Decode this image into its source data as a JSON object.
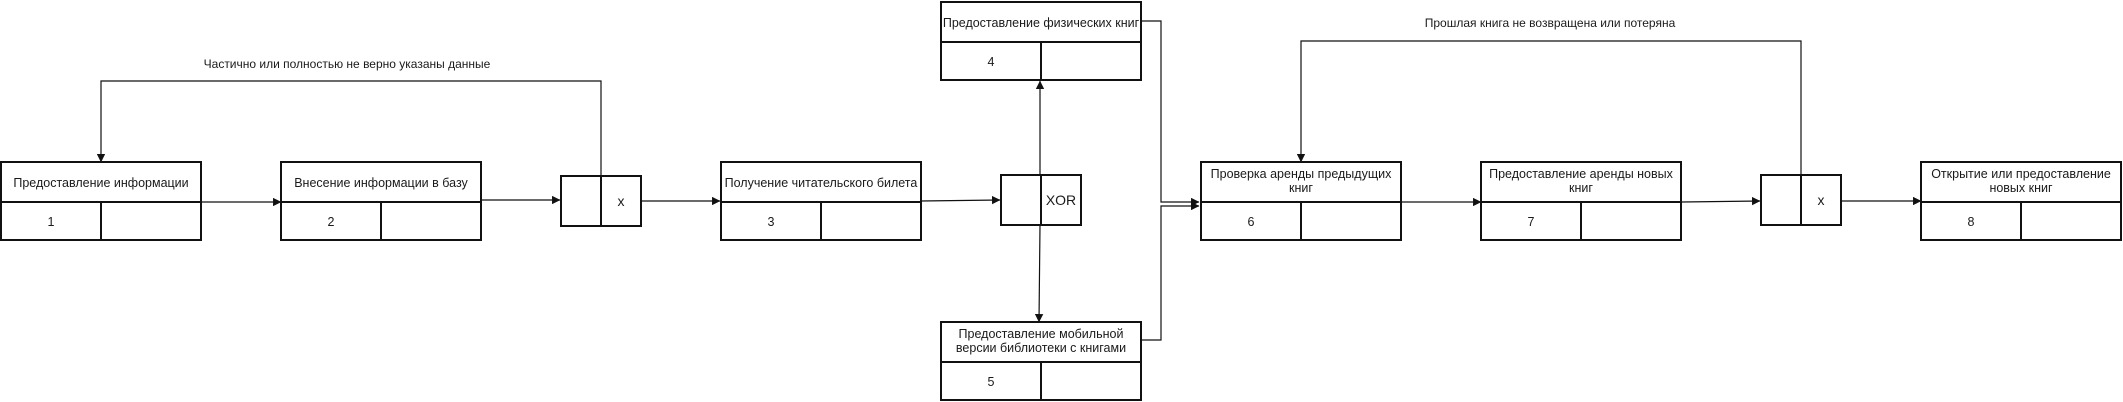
{
  "boxes": [
    {
      "id": "b1",
      "title": [
        "Предоставление информации"
      ],
      "number": "1"
    },
    {
      "id": "b2",
      "title": [
        "Внесение информации в базу"
      ],
      "number": "2"
    },
    {
      "id": "b3",
      "title": [
        "Получение читательского билета"
      ],
      "number": "3"
    },
    {
      "id": "b4",
      "title": [
        "Предоставление физических книг"
      ],
      "number": "4"
    },
    {
      "id": "b5",
      "title": [
        "Предоставление мобильной",
        "версии библиотеки с книгами"
      ],
      "number": "5"
    },
    {
      "id": "b6",
      "title": [
        "Проверка аренды предыдущих",
        "книг"
      ],
      "number": "6"
    },
    {
      "id": "b7",
      "title": [
        "Предоставление аренды новых",
        "книг"
      ],
      "number": "7"
    },
    {
      "id": "b8",
      "title": [
        "Открытие или предоставление",
        "новых книг"
      ],
      "number": "8"
    }
  ],
  "gateways": [
    {
      "id": "g1",
      "label": "x"
    },
    {
      "id": "g2",
      "label": "XOR"
    },
    {
      "id": "g3",
      "label": "x"
    }
  ],
  "annotations": {
    "loop1": "Частично или полностью не верно указаны данные",
    "loop2": "Прошлая книга не возвращена или потеряна"
  }
}
